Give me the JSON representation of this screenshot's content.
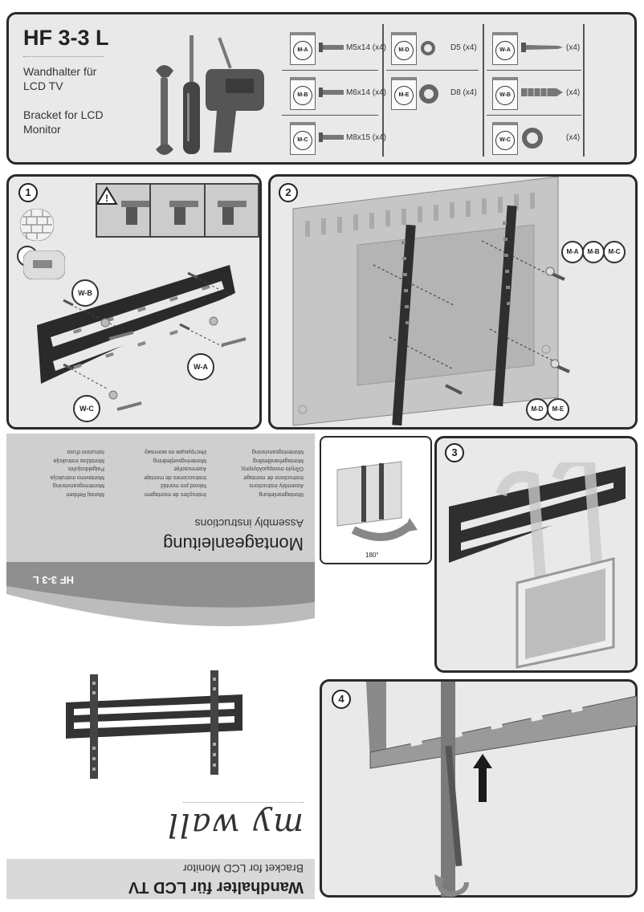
{
  "header": {
    "model": "HF 3-3 L",
    "title_de": "Wandhalter für\nLCD TV",
    "title_en": "Bracket for LCD\nMonitor"
  },
  "parts": [
    {
      "id": "M-A",
      "label": "M5x14 (x4)"
    },
    {
      "id": "M-B",
      "label": "M6x14 (x4)"
    },
    {
      "id": "M-C",
      "label": "M8x15 (x4)"
    },
    {
      "id": "M-D",
      "label": "D5 (x4)"
    },
    {
      "id": "M-E",
      "label": "D8 (x4)"
    },
    {
      "id": "W-A",
      "label": "(x4)"
    },
    {
      "id": "W-B",
      "label": "(x4)"
    },
    {
      "id": "W-C",
      "label": "(x4)"
    }
  ],
  "steps": {
    "s1": "1",
    "s2": "2",
    "s3": "3",
    "s4": "4",
    "warn": "!",
    "wb": "W-B",
    "wa": "W-A",
    "wc": "W-C",
    "ma": "M-A",
    "mb": "M-B",
    "mc": "M-C",
    "md": "M-D",
    "me": "M-E",
    "rotate": "180°"
  },
  "cover": {
    "model": "HF 3-3 L",
    "title_de": "Montageanleitung",
    "title_en": "Assembly instructions",
    "col1": [
      "Montageanleitung",
      "Assembly instructions",
      "Instructions de montage",
      "Οδηγία συναρμολόγησης",
      "Montagehandleiding",
      "Monteringsanvisning"
    ],
    "col2": [
      "Instruções de montagem",
      "Návod pro montáž",
      "Instrucciones de montaje",
      "Asennusohje",
      "Monteringsvejledning",
      "Инструкция по монтажу"
    ],
    "col3": [
      "Montaj Rehberi",
      "Monteringsanvisning",
      "Montavimo instrukcija",
      "Paigaldusjuhis",
      "Montāžas instrukcija",
      "Istruzioni d'uso"
    ],
    "brand": "my wall",
    "bottom_de": "Wandhalter für LCD TV",
    "bottom_en": "Bracket for LCD Monitor"
  }
}
